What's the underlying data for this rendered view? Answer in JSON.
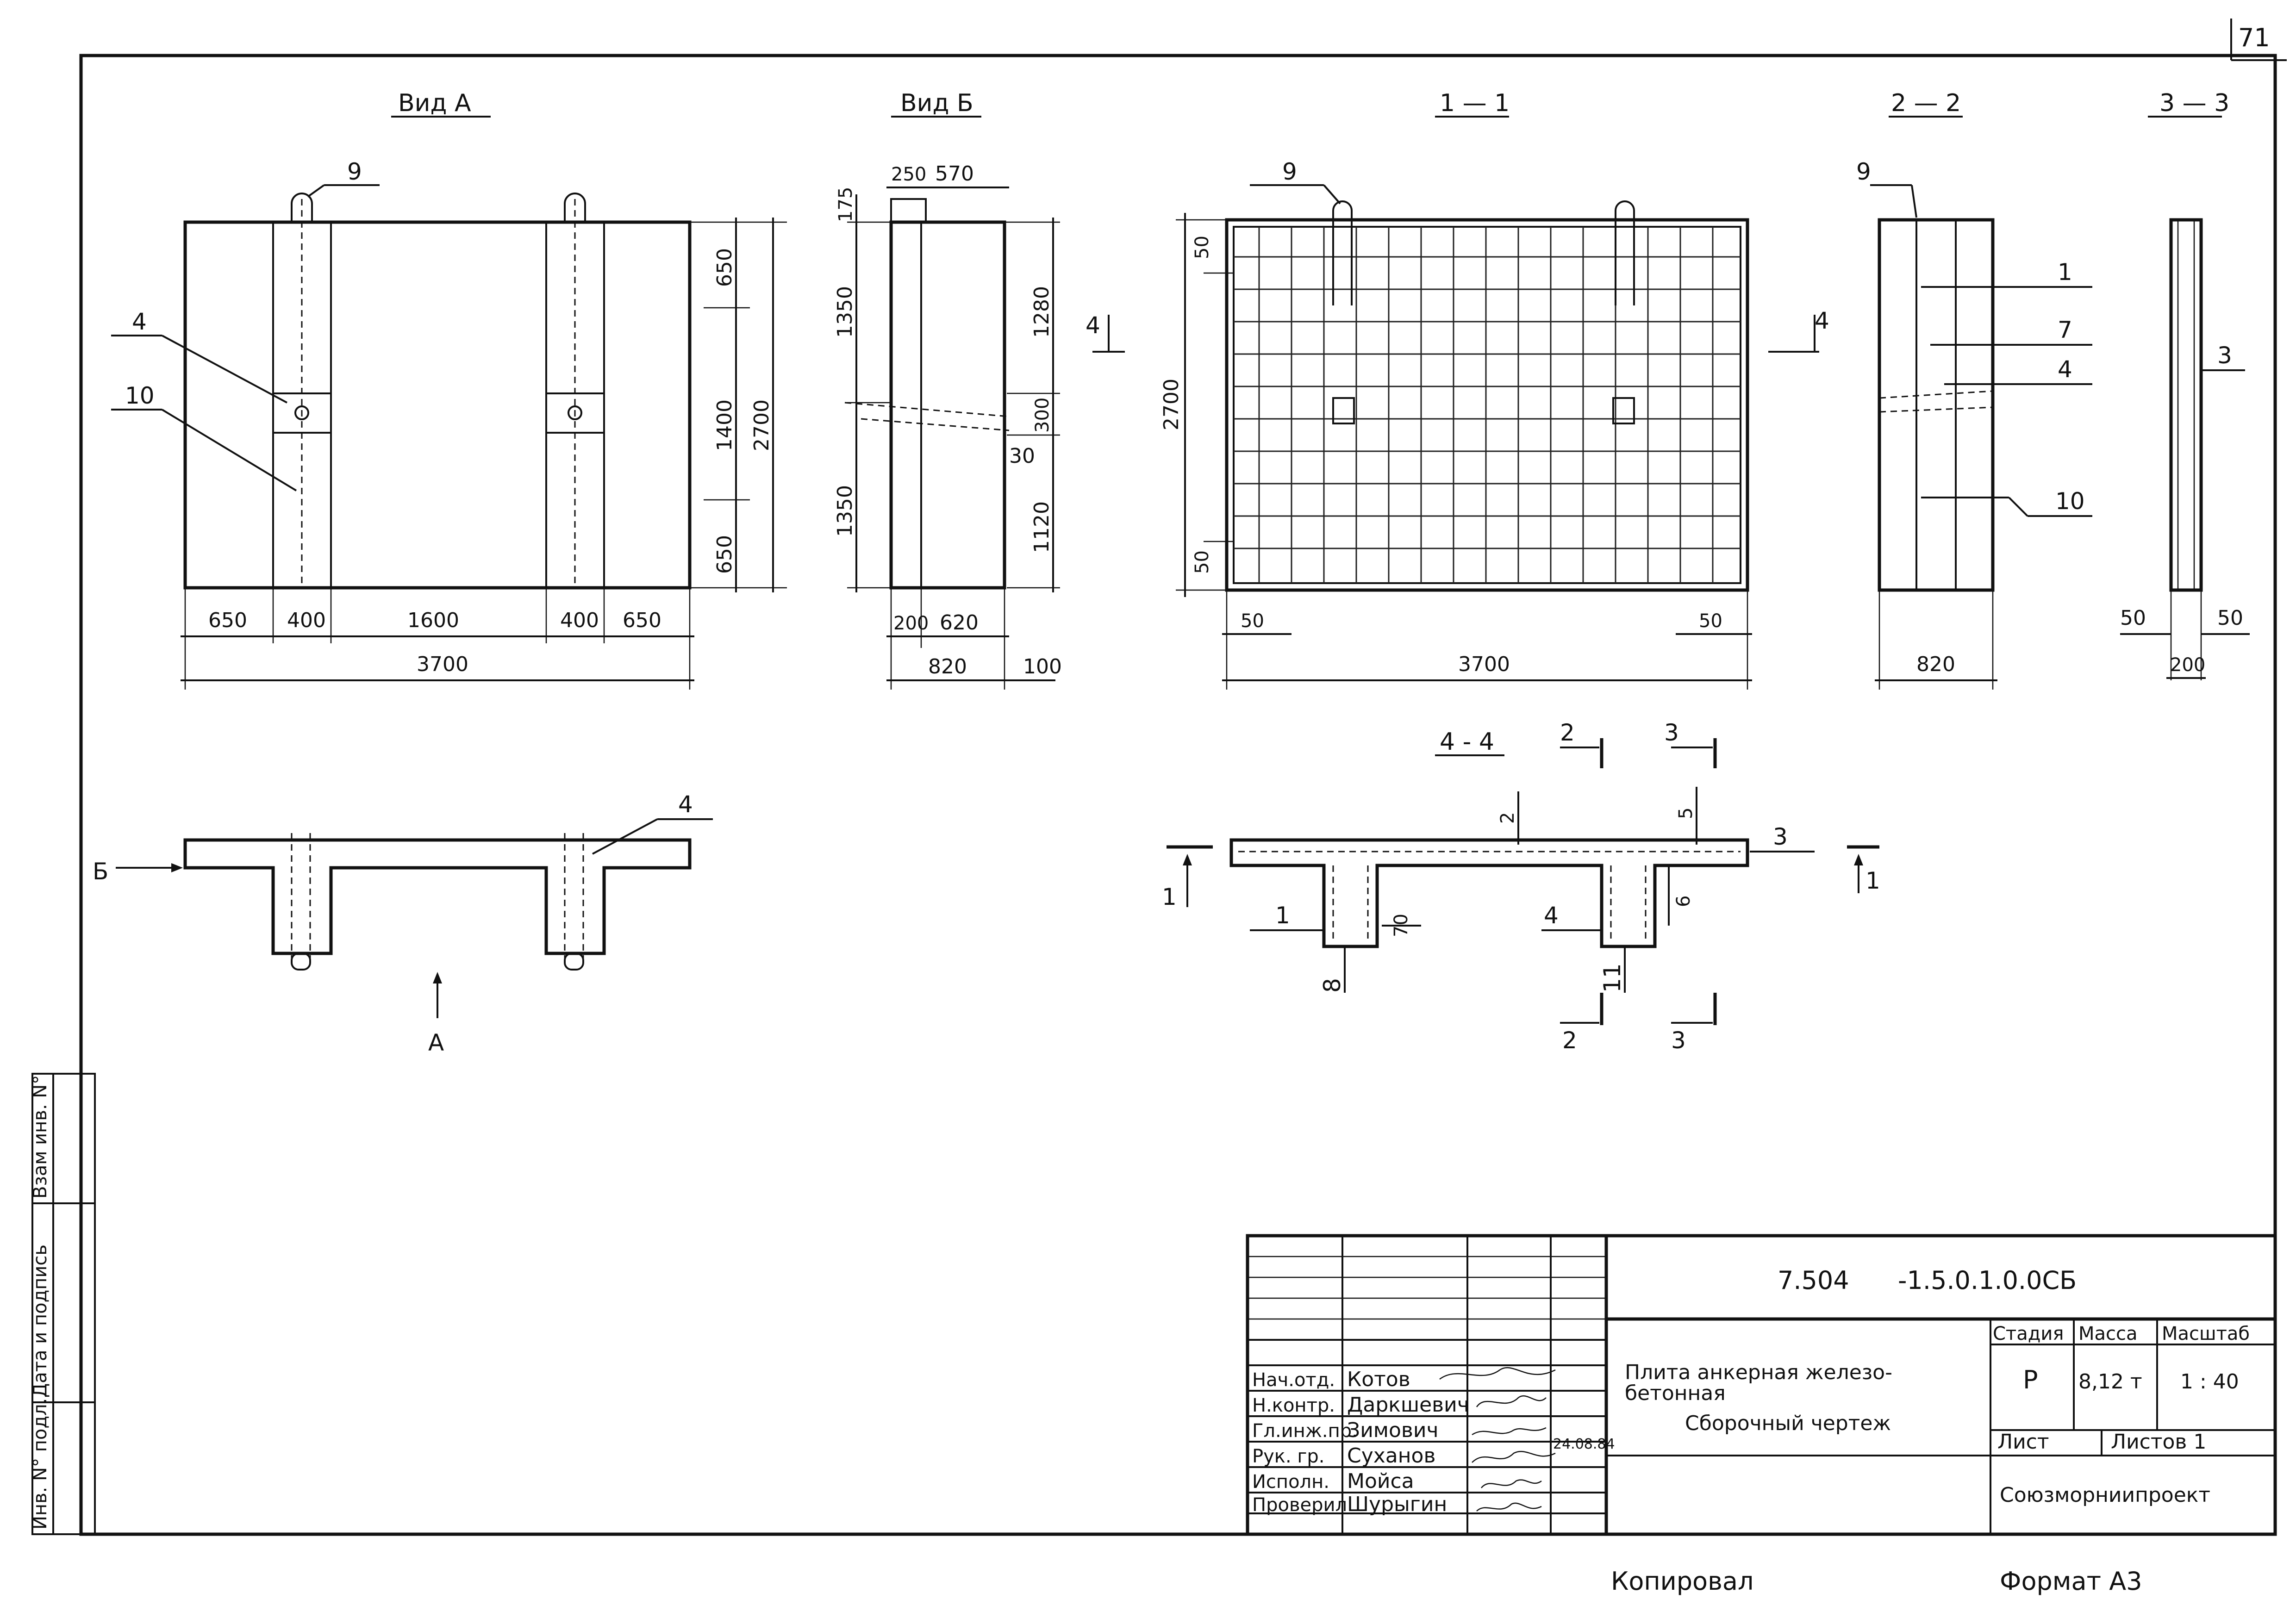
{
  "sheet_number": "71",
  "views": {
    "vid_a": {
      "title": "Вид А",
      "callouts": [
        "9",
        "4",
        "10"
      ],
      "dims_right": [
        "650",
        "1400",
        "650",
        "2700"
      ],
      "dims_bottom": [
        "650",
        "400",
        "1600",
        "400",
        "650"
      ],
      "overall": "3700"
    },
    "vid_b": {
      "title": "Вид Б",
      "dims_top": [
        "250",
        "570"
      ],
      "dim_175": "175",
      "dims_left": [
        "1350",
        "1350"
      ],
      "dims_right": [
        "1280",
        "300",
        "30",
        "1120"
      ],
      "dims_bottom": [
        "200",
        "620"
      ],
      "overall": "820",
      "dim_100": "100"
    },
    "sec_1_1": {
      "title": "1 — 1",
      "callout": "9",
      "marker": "4",
      "dim_h": "2700",
      "dims_small": [
        "50",
        "50"
      ],
      "dims_bottom": [
        "50",
        "50"
      ],
      "overall": "3700"
    },
    "sec_2_2": {
      "title": "2 — 2",
      "callouts": [
        "9",
        "1",
        "7",
        "4",
        "10"
      ],
      "marker": "4",
      "overall": "820"
    },
    "sec_3_3": {
      "title": "3 — 3",
      "callout": "3",
      "dims": [
        "50",
        "50"
      ],
      "width": "200"
    },
    "plan": {
      "callout": "4",
      "arrow_b": "Б",
      "arrow_a": "А"
    },
    "sec_4_4": {
      "title": "4 - 4",
      "cut_marks": [
        "2",
        "3",
        "2",
        "3"
      ],
      "side_marks": [
        "1",
        "1"
      ],
      "callouts": [
        "2",
        "5",
        "3",
        "6",
        "1",
        "70",
        "4",
        "8",
        "11"
      ]
    }
  },
  "side_stamp": [
    "Инв. N° подл.",
    "Дата и подпись",
    "Взам инв. N°"
  ],
  "title_block": {
    "doc_code_1": "7.504",
    "doc_code_2": "-1.5.0.1.0.0СБ",
    "title_line1": "Плита анкерная железо-",
    "title_line2": "бетонная",
    "title_line3": "Сборочный чертеж",
    "col_stage": "Стадия",
    "col_mass": "Масса",
    "col_scale": "Масштаб",
    "stage": "Р",
    "mass": "8,12 т",
    "scale": "1 : 40",
    "sheet": "Лист",
    "sheets": "Листов 1",
    "org": "Союзморниипроект",
    "roles": [
      "Нач.отд.",
      "Н.контр.",
      "Гл.инж.пр.",
      "Рук. гр.",
      "Исполн.",
      "Проверил"
    ],
    "names": [
      "Котов",
      "Даркшевич",
      "Зимович",
      "Суханов",
      "Мойса",
      "Шурыгин"
    ],
    "date": "24.08.84"
  },
  "footer": {
    "copied": "Копировал",
    "format": "Формат А3"
  }
}
